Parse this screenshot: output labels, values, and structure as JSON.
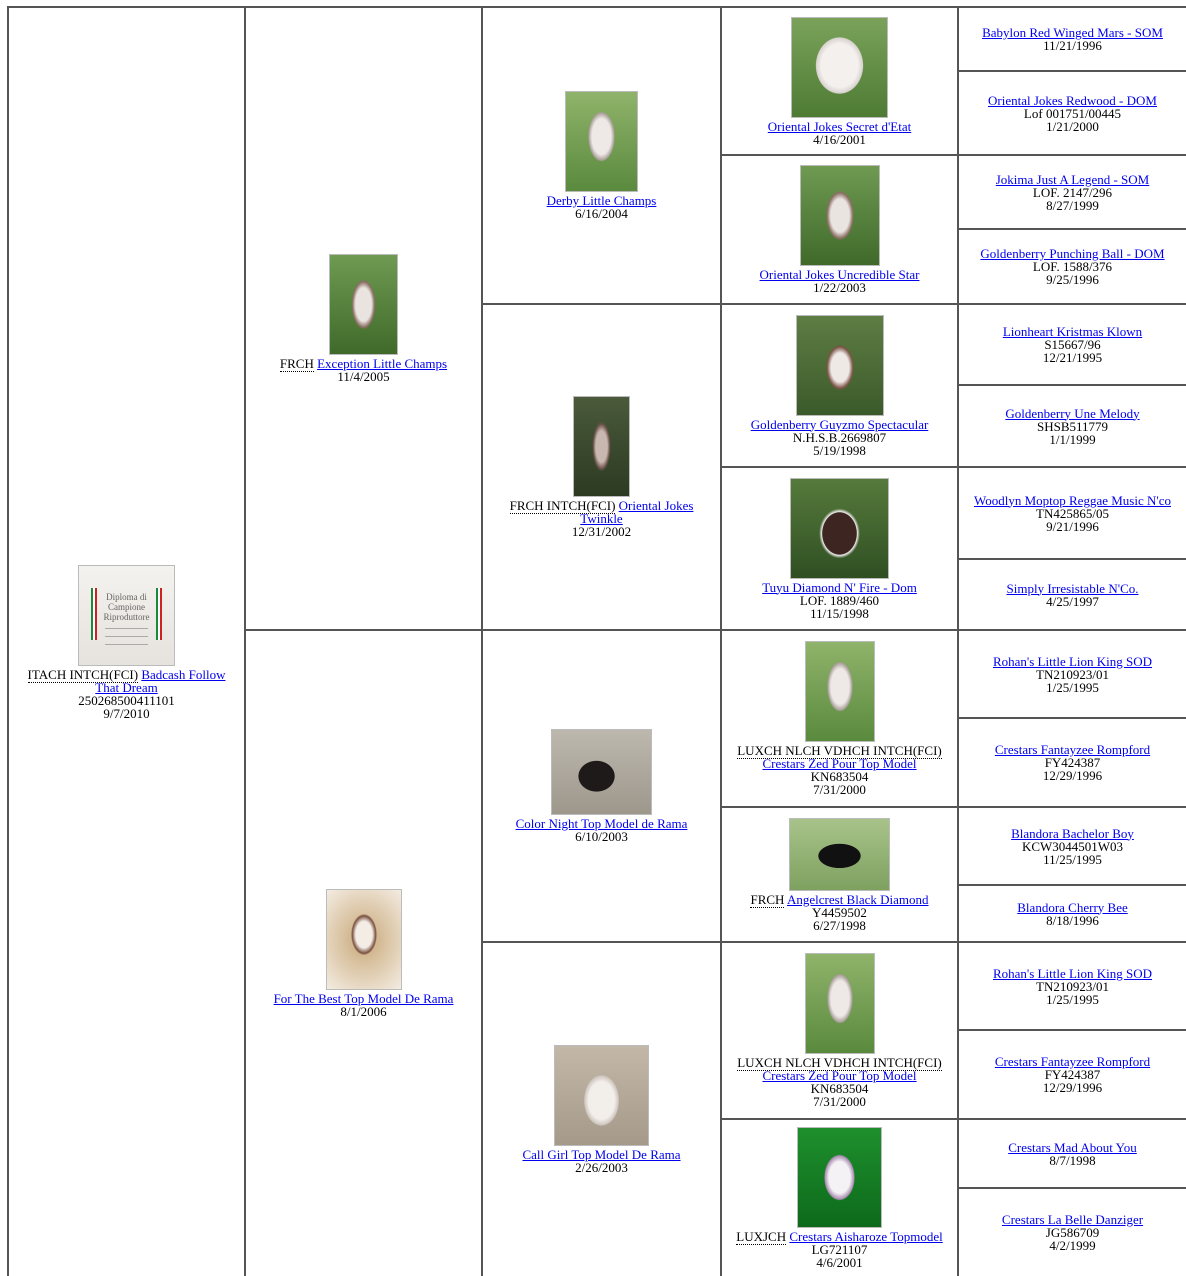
{
  "pedigree": {
    "subject": {
      "title": "ITACH INTCH(FCI)",
      "name": "Badcash Follow That Dream",
      "reg": "250268500411101",
      "dob": "9/7/2010",
      "photo_icon": "diploma-photo",
      "diploma_text": "Diploma di Campione Riproduttore"
    },
    "g1": [
      {
        "title": "FRCH",
        "name": "Exception Little Champs",
        "dob": "11/4/2005",
        "photo_icon": "dog-photo"
      },
      {
        "title": "",
        "name": "For The Best Top Model De Rama",
        "dob": "8/1/2006",
        "photo_icon": "dog-photo"
      }
    ],
    "g2": [
      {
        "title": "",
        "name": "Derby Little Champs",
        "dob": "6/16/2004",
        "photo_icon": "dog-photo"
      },
      {
        "title": "FRCH INTCH(FCI)",
        "name": "Oriental Jokes Twinkle",
        "dob": "12/31/2002",
        "photo_icon": "dog-photo"
      },
      {
        "title": "",
        "name": "Color Night Top Model de Rama",
        "dob": "6/10/2003",
        "photo_icon": "dog-photo"
      },
      {
        "title": "",
        "name": "Call Girl Top Model De Rama",
        "dob": "2/26/2003",
        "photo_icon": "dog-photo"
      }
    ],
    "g3": [
      {
        "title": "",
        "name": "Oriental Jokes Secret d'Etat",
        "reg": "",
        "dob": "4/16/2001",
        "photo_icon": "dog-photo"
      },
      {
        "title": "",
        "name": "Oriental Jokes Uncredible Star",
        "reg": "",
        "dob": "1/22/2003",
        "photo_icon": "dog-photo"
      },
      {
        "title": "",
        "name": "Goldenberry Guyzmo Spectacular",
        "reg": "N.H.S.B.2669807",
        "dob": "5/19/1998",
        "photo_icon": "dog-photo"
      },
      {
        "title": "",
        "name": "Tuyu Diamond N' Fire - Dom",
        "reg": "LOF. 1889/460",
        "dob": "11/15/1998",
        "photo_icon": "dog-photo"
      },
      {
        "title": "LUXCH NLCH VDHCH INTCH(FCI)",
        "name": "Crestars Zed Pour Top Model",
        "reg": "KN683504",
        "dob": "7/31/2000",
        "photo_icon": "dog-photo"
      },
      {
        "title": "FRCH",
        "name": "Angelcrest Black Diamond",
        "reg": "Y4459502",
        "dob": "6/27/1998",
        "photo_icon": "dog-photo"
      },
      {
        "title": "LUXCH NLCH VDHCH INTCH(FCI)",
        "name": "Crestars Zed Pour Top Model",
        "reg": "KN683504",
        "dob": "7/31/2000",
        "photo_icon": "dog-photo"
      },
      {
        "title": "LUXJCH",
        "name": "Crestars Aisharoze Topmodel",
        "reg": "LG721107",
        "dob": "4/6/2001",
        "photo_icon": "dog-photo"
      }
    ],
    "g4": [
      {
        "name": "Babylon Red Winged Mars - SOM",
        "reg": "",
        "dob": "11/21/1996"
      },
      {
        "name": "Oriental Jokes Redwood - DOM",
        "reg": "Lof 001751/00445",
        "dob": "1/21/2000"
      },
      {
        "name": "Jokima Just A Legend - SOM",
        "reg": "LOF. 2147/296",
        "dob": "8/27/1999"
      },
      {
        "name": "Goldenberry Punching Ball - DOM",
        "reg": "LOF. 1588/376",
        "dob": "9/25/1996"
      },
      {
        "name": "Lionheart Kristmas Klown",
        "reg": "S15667/96",
        "dob": "12/21/1995"
      },
      {
        "name": "Goldenberry Une Melody",
        "reg": "SHSB511779",
        "dob": "1/1/1999"
      },
      {
        "name": "Woodlyn Moptop Reggae Music N'co",
        "reg": "TN425865/05",
        "dob": "9/21/1996"
      },
      {
        "name": "Simply Irresistable N'Co.",
        "reg": "",
        "dob": "4/25/1997"
      },
      {
        "name": "Rohan's Little Lion King SOD",
        "reg": "TN210923/01",
        "dob": "1/25/1995"
      },
      {
        "name": "Crestars Fantayzee Rompford",
        "reg": "FY424387",
        "dob": "12/29/1996"
      },
      {
        "name": "Blandora Bachelor Boy",
        "reg": "KCW3044501W03",
        "dob": "11/25/1995"
      },
      {
        "name": "Blandora Cherry Bee",
        "reg": "",
        "dob": "8/18/1996"
      },
      {
        "name": "Rohan's Little Lion King SOD",
        "reg": "TN210923/01",
        "dob": "1/25/1995"
      },
      {
        "name": "Crestars Fantayzee Rompford",
        "reg": "FY424387",
        "dob": "12/29/1996"
      },
      {
        "name": "Crestars Mad About You",
        "reg": "",
        "dob": "8/7/1998"
      },
      {
        "name": "Crestars La Belle Danziger",
        "reg": "JG586709",
        "dob": "4/2/1999"
      }
    ]
  }
}
